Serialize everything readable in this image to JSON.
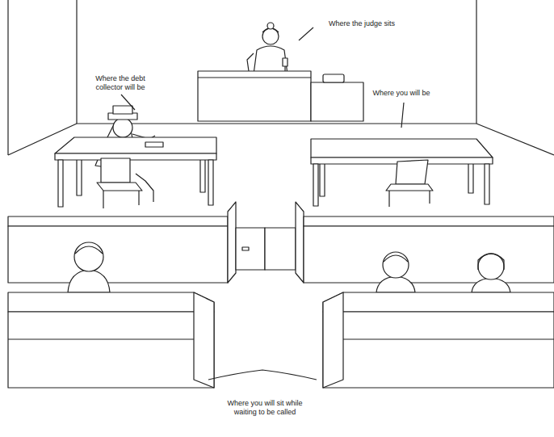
{
  "diagram": {
    "labels": [
      "Where the judge sits",
      "Where the debt collector will be",
      "Where you will be",
      "Where you will sit while waiting to be called"
    ]
  }
}
